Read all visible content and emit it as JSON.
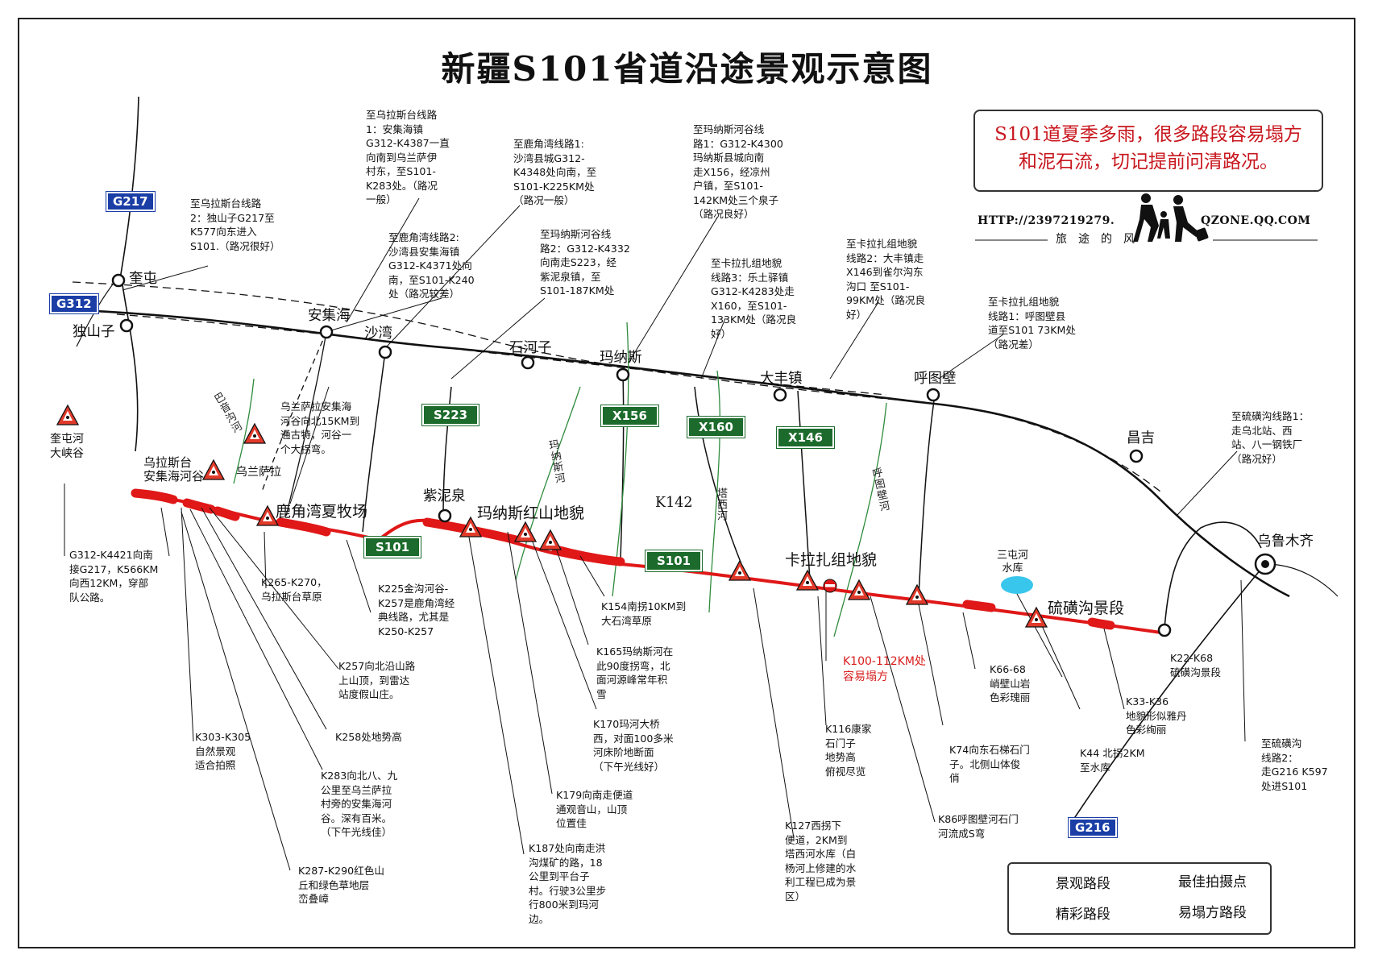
{
  "title": "新疆S101省道沿途景观示意图",
  "notice": "S101道夏季多雨，很多路段容易塌方和泥石流，切记提前问清路况。",
  "watermark": {
    "url_left": "HTTP://2397219279.",
    "url_right": "QZONE.QQ.COM",
    "tagline": "旅途的风"
  },
  "colors": {
    "scenic_road": "#e01818",
    "highway_shield": "#1a3ea6",
    "provincial_shield": "#1c6b2c",
    "reservoir": "#39c6ec",
    "warning_red": "#d81e1e"
  },
  "shields": {
    "g217": "G217",
    "g312": "G312",
    "s223": "S223",
    "x156": "X156",
    "x160": "X160",
    "x146": "X146",
    "s101_a": "S101",
    "s101_b": "S101",
    "g216": "G216"
  },
  "places": {
    "kuitun": "奎屯",
    "dushanzi": "独山子",
    "anjihai": "安集海",
    "shawan": "沙湾",
    "shihezi": "石河子",
    "manasi": "玛纳斯",
    "dafeng": "大丰镇",
    "hutubi": "呼图壁",
    "changji": "昌吉",
    "urumqi": "乌鲁木齐",
    "ziniquan": "紫泥泉",
    "wulasitai": "乌拉斯台\n安集海河谷",
    "wulansala": "乌兰萨拉",
    "lujiaowan": "鹿角湾夏牧场",
    "manasi_hongshan": "玛纳斯红山地貌",
    "k142": "K142",
    "kalazha": "卡拉扎组地貌",
    "liuhuanggou": "硫磺沟景段",
    "santunhe_res": "三屯河\n水库",
    "kuitunhe": "奎屯河\n大峡谷"
  },
  "rivers": {
    "bayingou": "巴音沟河",
    "manasi_he": "玛纳斯河",
    "taxi_he": "塔西河",
    "hutubi_he": "呼图壁河"
  },
  "notes": {
    "wulasitai_route2": "至乌拉斯台线路\n2：独山子G217至\nK577向东进入\nS101.（路况很好）",
    "wulasitai_route1": "至乌拉斯台线路\n1：安集海镇\nG312-K4387一直\n向南到乌兰萨伊\n村东，至S101-\nK283处。（路况\n一般）",
    "lujiaowan_route1": "至鹿角湾线路1:\n沙湾县城G312-\nK4348处向南，至\nS101-K225KM处\n（路况一般）",
    "lujiaowan_route2": "至鹿角湾线路2:\n沙湾县安集海镇\nG312-K4371处向\n南，至S101-K240\n处（路况较差）",
    "manasi_route2": "至玛纳斯河谷线\n路2：G312-K4332\n向南走S223，经\n紫泥泉镇，至\nS101-187KM处",
    "manasi_route1": "至玛纳斯河谷线\n路1：G312-K4300\n玛纳斯县城向南\n走X156，经凉州\n户镇，至S101-\n142KM处三个泉子\n（路况良好）",
    "kalazha_route3": "至卡拉扎组地貌\n线路3：乐土驿镇\nG312-K4283处走\nX160，至S101-\n133KM处（路况良\n好）",
    "kalazha_route2": "至卡拉扎组地貌\n线路2：大丰镇走\nX146到雀尔沟东\n沟口 至S101-\n99KM处（路况良\n好）",
    "kalazha_route1": "至卡拉扎组地貌\n线路1：呼图壁县\n道至S101 73KM处\n（路况差）",
    "liuhuang_route1": "至硫磺沟线路1：\n走乌北站、西\n站、八一钢铁厂\n（路况好）",
    "liuhuang_route2": "至硫磺沟\n线路2：\n走G216 K597\n处进S101",
    "anjihai_valley": "乌兰萨拉安集海\n河谷向北15KM到\n通古特，河谷一\n个大拐弯。",
    "g312_k4421": "G312-K4421向南\n接G217，K566KM\n向西12KM，穿部\n队公路。",
    "k265": "K265-K270，\n乌拉斯台草原",
    "k225": "K225金沟河谷-\nK257是鹿角湾经\n典线路，尤其是\nK250-K257",
    "k257": "K257向北沿山路\n上山顶，到雷达\n站度假山庄。",
    "k258": "K258处地势高",
    "k303": "K303-K305\n自然景观\n适合拍照",
    "k283": "K283向北八、九\n公里至乌兰萨拉\n村旁的安集海河\n谷。深有百米。\n（下午光线佳）",
    "k287": "K287-K290红色山\n丘和绿色草地层\n峦叠嶂",
    "k154": "K154南拐10KM到\n大石湾草原",
    "k165": "K165玛纳斯河在\n此90度拐弯，北\n面河源峰常年积\n雪",
    "k170": "K170玛河大桥\n西，对面100多米\n河床阶地断面\n（下午光线好）",
    "k179": "K179向南走便道\n通观音山，山顶\n位置佳",
    "k187": "K187处向南走洪\n沟煤矿的路，18\n公里到平台子\n村。行驶3公里步\n行800米到玛河\n边。",
    "k100": "K100-112KM处\n容易塌方",
    "k116": "K116康家\n石门子\n地势高\n俯视尽览",
    "k127": "K127西拐下\n便道，2KM到\n塔西河水库（白\n杨河上修建的水\n利工程已成为景\n区）",
    "k86": "K86呼图壁河石门\n河流成S弯",
    "k74": "K74向东石梯石门\n子。北侧山体俊\n俏",
    "k66": "K66-68\n峭壁山岩\n色彩瑰丽",
    "k44": "K44 北拐2KM\n至水库",
    "k33": "K33-K36\n地貌形似雅丹\n色彩绚丽",
    "k22": "K22-K68\n硫磺沟景段"
  },
  "legend": {
    "scenic": "景观路段",
    "highlight": "精彩路段",
    "photo_spot": "最佳拍摄点",
    "collapse": "易塌方路段"
  }
}
